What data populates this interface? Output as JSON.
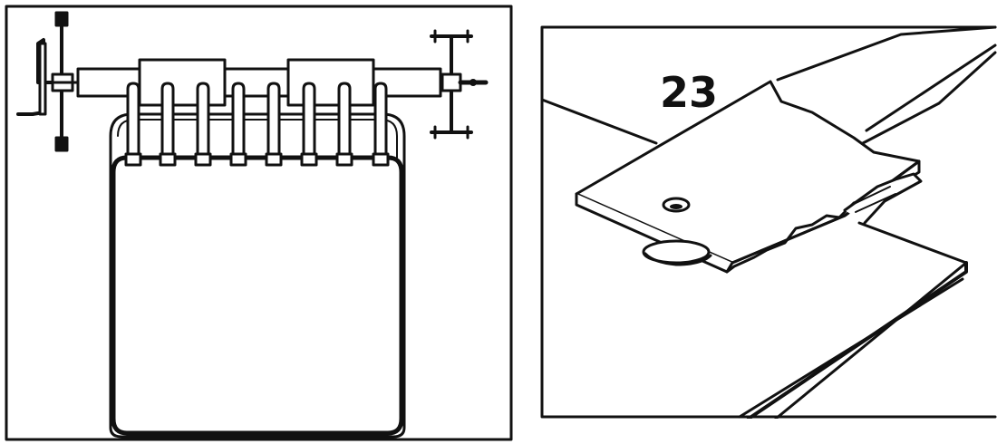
{
  "panels": {
    "left": {
      "figure": "binding-mechanism"
    },
    "right": {
      "figure_number": "23",
      "figure": "clip-on-board"
    }
  },
  "colors": {
    "ink": "#111111",
    "paper": "#ffffff"
  }
}
